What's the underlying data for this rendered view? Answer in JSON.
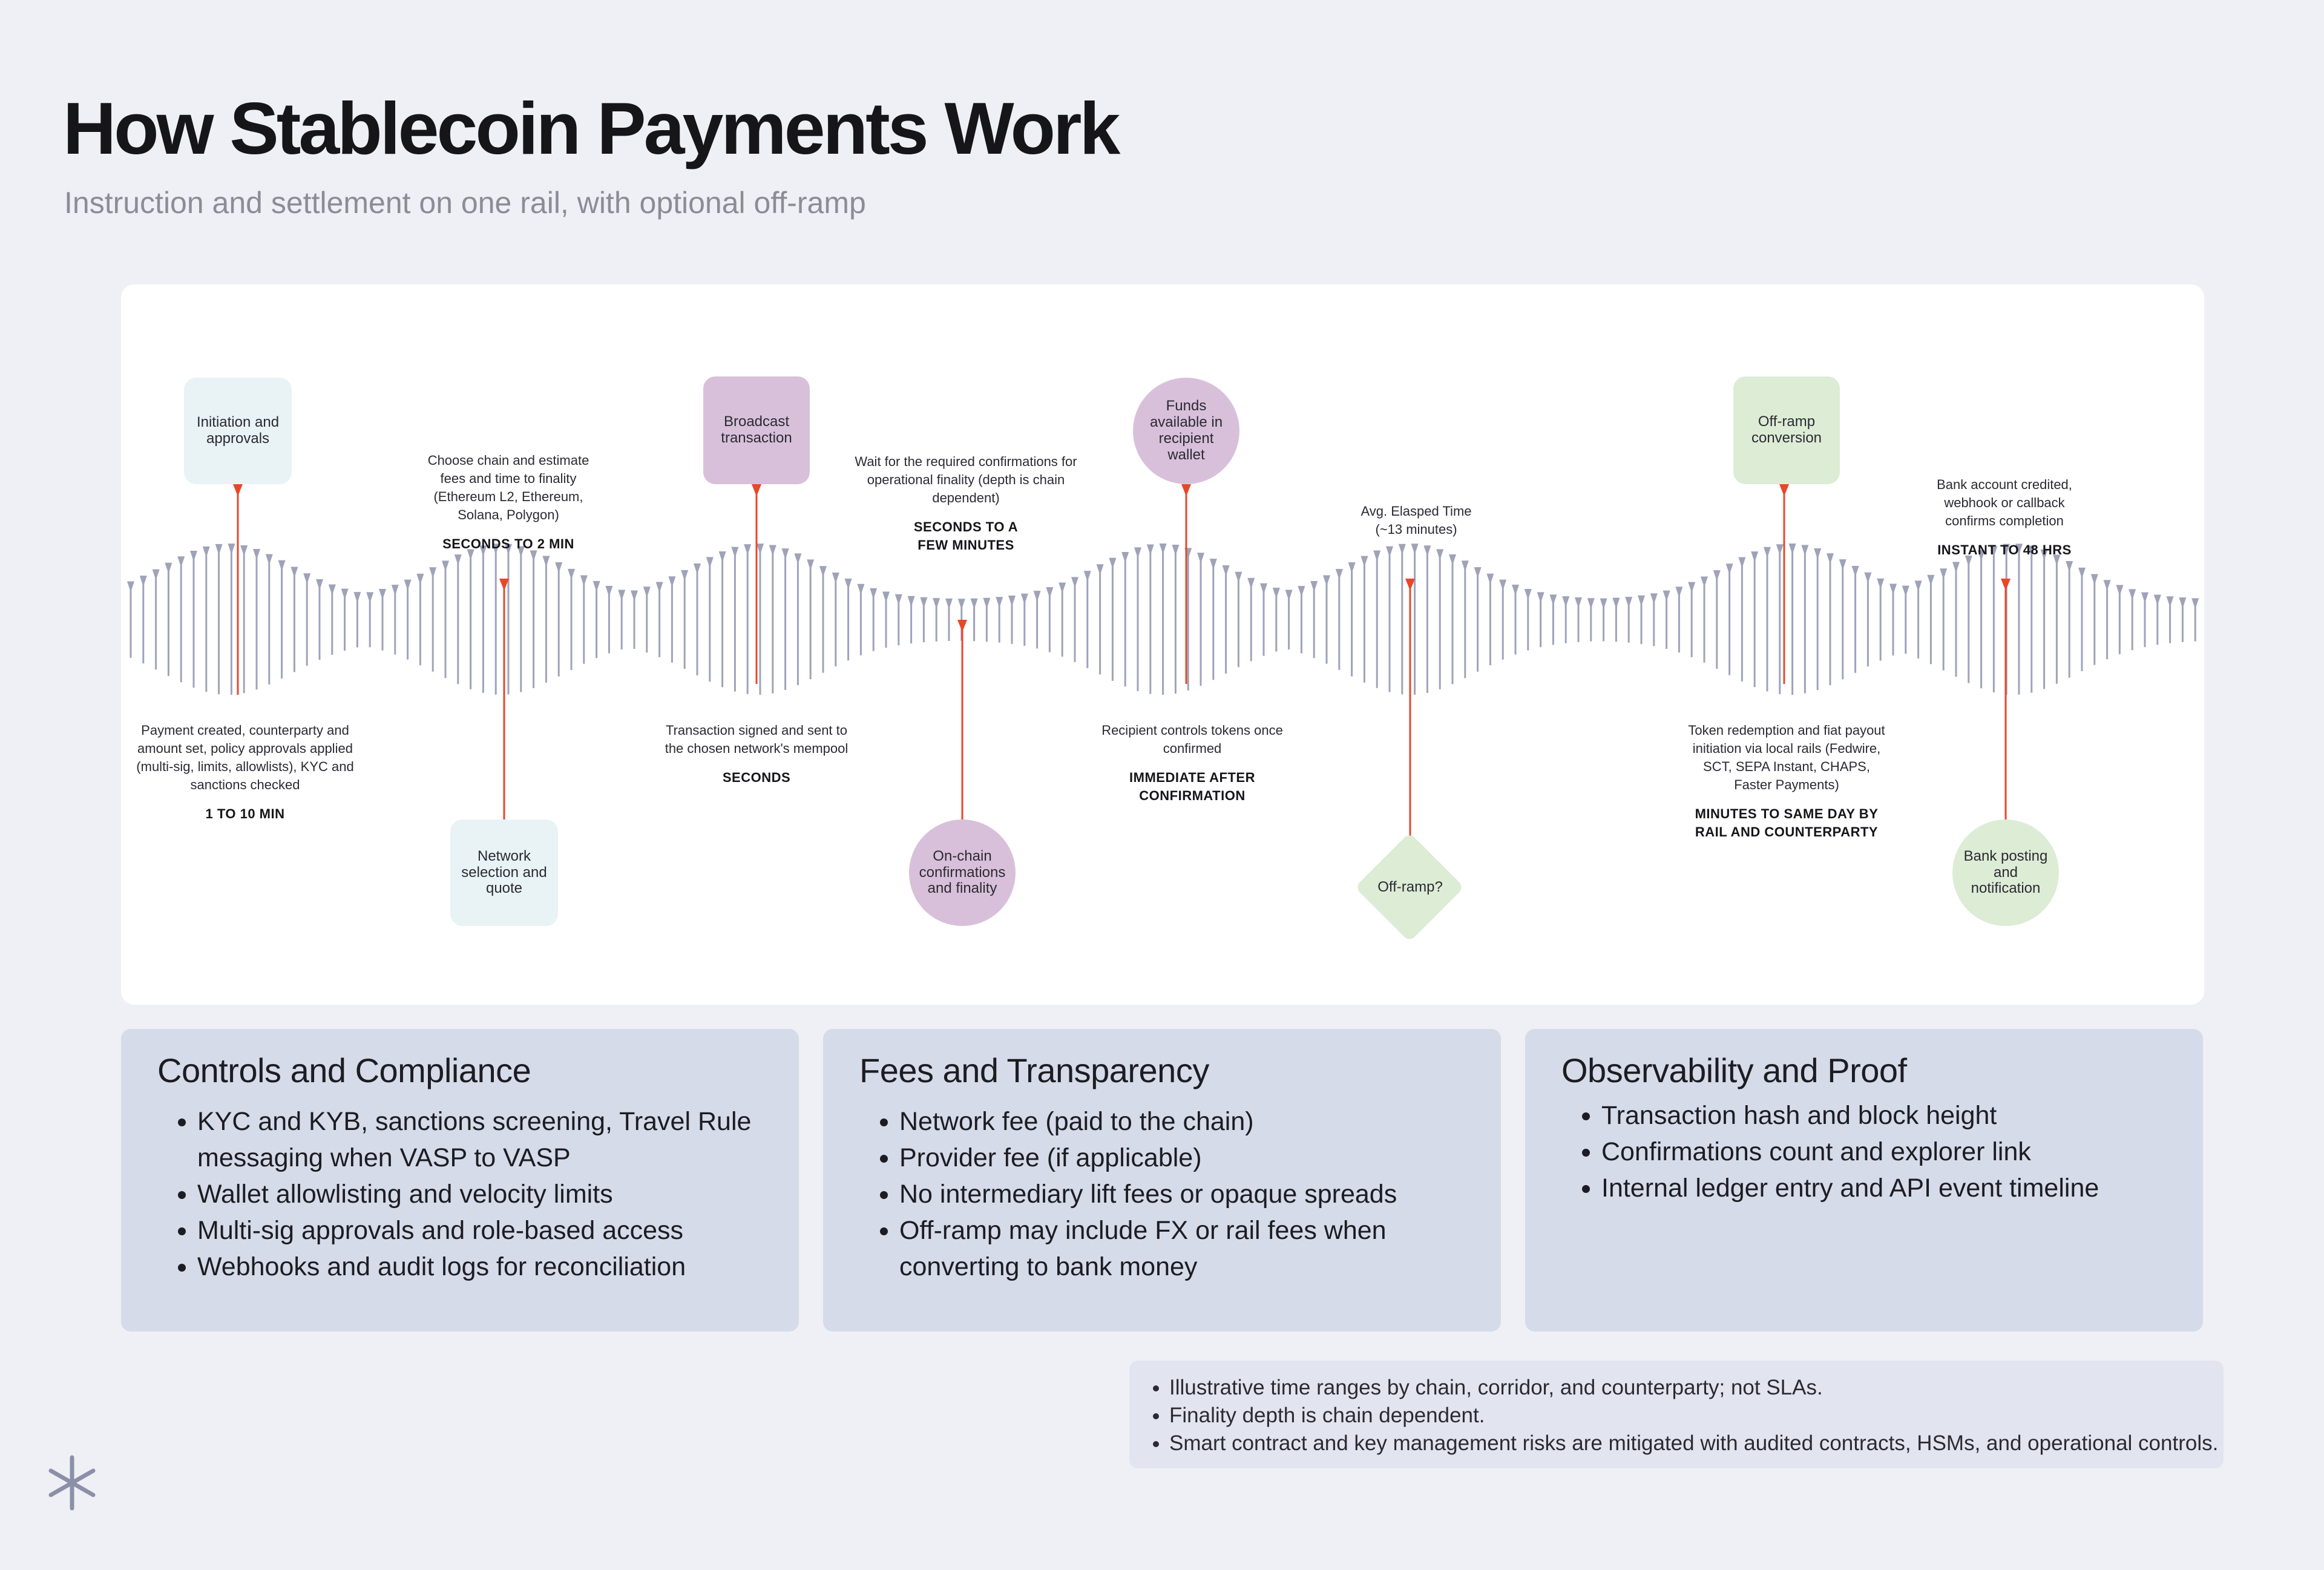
{
  "page": {
    "title": "How Stablecoin Payments Work",
    "subtitle": "Instruction and settlement on one rail, with optional off-ramp"
  },
  "colors": {
    "background": "#eff0f5",
    "panel": "#ffffff",
    "tick": "#9fa3b8",
    "accent_line": "#e8472a",
    "teal": "#e9f3f6",
    "purple": "#d8c0da",
    "green": "#ddecd5",
    "card": "#d6dbe9"
  },
  "diagram": {
    "steps": [
      {
        "label": "Initiation and approvals",
        "note": "Payment created, counterparty and amount set, policy approvals applied (multi-sig, limits, allowlists), KYC and sanctions checked",
        "duration": "1 TO 10 MIN"
      },
      {
        "label": "Network selection and quote",
        "note": "Choose chain and estimate fees and time to finality (Ethereum L2, Ethereum, Solana, Polygon)",
        "duration": "SECONDS TO 2 MIN"
      },
      {
        "label": "Broadcast transaction",
        "note": "Transaction signed and sent to the chosen network's mempool",
        "duration": "SECONDS"
      },
      {
        "label": "On-chain confirmations and finality",
        "note": "Wait for the required confirmations for operational finality (depth is chain dependent)",
        "duration": "SECONDS TO A FEW MINUTES"
      },
      {
        "label": "Funds available in recipient wallet",
        "note": "Recipient controls tokens once confirmed",
        "duration": "IMMEDIATE AFTER CONFIRMATION"
      },
      {
        "label": "Off-ramp?",
        "note": "Avg. Elasped Time (~13 minutes)"
      },
      {
        "label": "Off-ramp conversion",
        "note": "Token redemption and fiat payout initiation via local rails (Fedwire, SCT, SEPA Instant, CHAPS, Faster Payments)",
        "duration": "MINUTES TO SAME DAY BY RAIL AND COUNTERPARTY"
      },
      {
        "label": "Bank posting and notification",
        "note": "Bank account credited, webhook or callback confirms completion",
        "duration": "INSTANT TO 48 HRS"
      }
    ]
  },
  "cards": [
    {
      "title": "Controls and Compliance",
      "items": [
        "KYC and KYB, sanctions screening, Travel Rule messaging when VASP to VASP",
        "Wallet allowlisting and velocity limits",
        "Multi-sig approvals and role-based access",
        "Webhooks and audit logs for reconciliation"
      ]
    },
    {
      "title": "Fees and Transparency",
      "items": [
        "Network fee (paid to the chain)",
        "Provider fee (if applicable)",
        "No intermediary lift fees or opaque spreads",
        "Off-ramp may include FX or rail fees when converting to bank money"
      ]
    },
    {
      "title": "Observability and Proof",
      "items": [
        "Transaction hash and block height",
        "Confirmations count and explorer link",
        "Internal ledger entry and API event timeline"
      ]
    }
  ],
  "footnotes": [
    "Illustrative time ranges by chain, corridor, and counterparty; not SLAs.",
    "Finality depth is chain dependent.",
    "Smart contract and key management risks are mitigated with audited contracts, HSMs, and operational controls."
  ],
  "logo": {
    "icon": "asterisk-logo-icon"
  }
}
